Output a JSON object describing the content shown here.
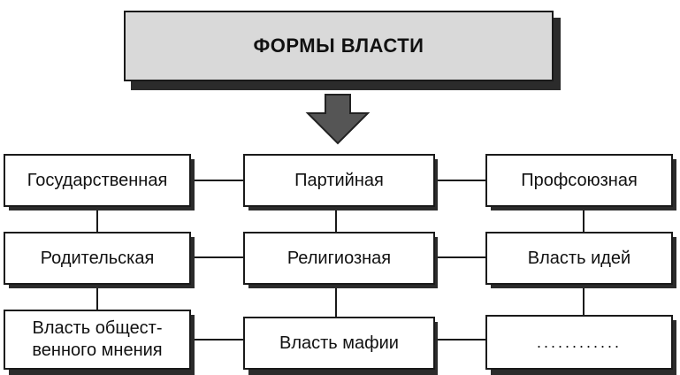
{
  "title": "ФОРМЫ ВЛАСТИ",
  "nodes": {
    "r1c1": "Государственная",
    "r1c2": "Партийная",
    "r1c3": "Профсоюзная",
    "r2c1": "Родительская",
    "r2c2": "Религиозная",
    "r2c3": "Власть идей",
    "r3c1": "Власть общест-\nвенного мнения",
    "r3c2": "Власть мафии",
    "r3c3": "............"
  },
  "colors": {
    "title_fill": "#d9d9d9",
    "border": "#1a1a1a",
    "shadow": "#2b2b2b",
    "arrow": "#555555"
  }
}
